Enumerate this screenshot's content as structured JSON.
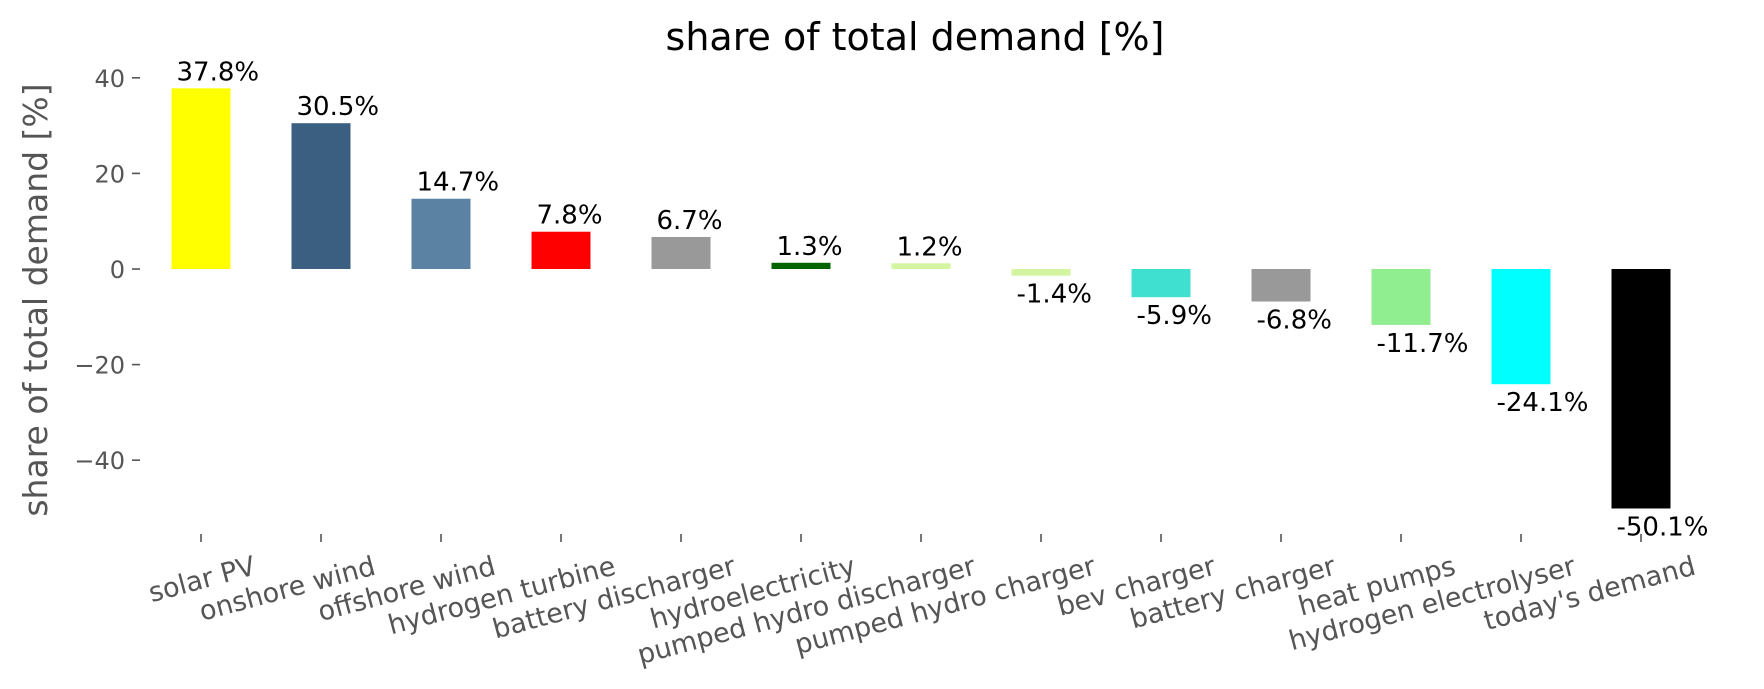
{
  "chart_data": {
    "type": "bar",
    "title": "share of total demand [%]",
    "xlabel": "",
    "ylabel": "share of total demand [%]",
    "ylim": [
      -56,
      42
    ],
    "yticks": [
      -40,
      -20,
      0,
      20,
      40
    ],
    "ytick_labels": [
      "−40",
      "−20",
      "0",
      "20",
      "40"
    ],
    "grid": false,
    "legend": "none",
    "categories": [
      "solar PV",
      "onshore wind",
      "offshore wind",
      "hydrogen turbine",
      "battery discharger",
      "hydroelectricity",
      "pumped hydro discharger",
      "pumped hydro charger",
      "bev charger",
      "battery charger",
      "heat pumps",
      "hydrogen electrolyser",
      "today's demand"
    ],
    "values": [
      37.8,
      30.5,
      14.7,
      7.8,
      6.7,
      1.3,
      1.2,
      -1.4,
      -5.9,
      -6.8,
      -11.7,
      -24.1,
      -50.1
    ],
    "data_labels": [
      "37.8%",
      "30.5%",
      "14.7%",
      "7.8%",
      "6.7%",
      "1.3%",
      "1.2%",
      "-1.4%",
      "-5.9%",
      "-6.8%",
      "-11.7%",
      "-24.1%",
      "-50.1%"
    ],
    "colors": [
      "#ffff00",
      "#3b5f80",
      "#5b82a3",
      "#ff0000",
      "#999999",
      "#006400",
      "#d3f5a0",
      "#d3f5a0",
      "#40e0d0",
      "#999999",
      "#90ee90",
      "#00ffff",
      "#000000"
    ]
  }
}
